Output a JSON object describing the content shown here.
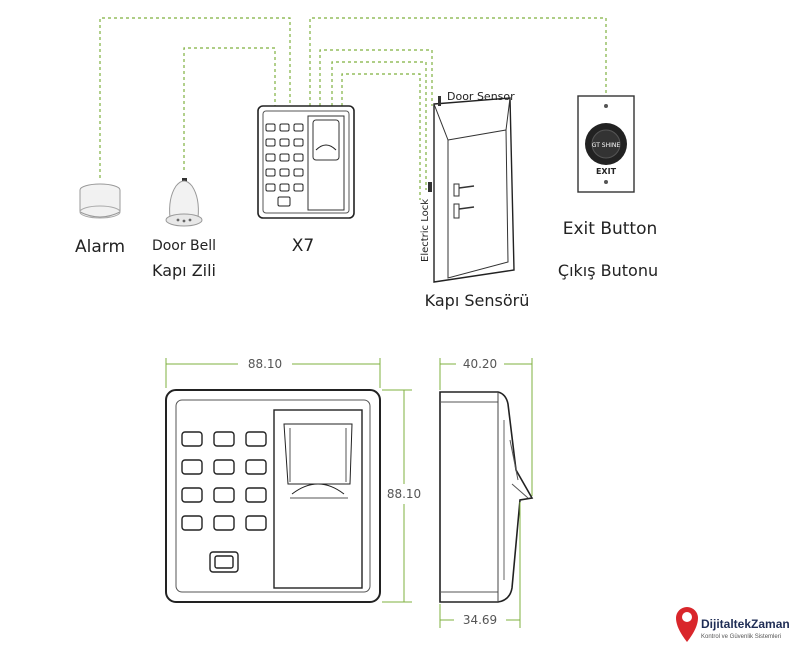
{
  "labels": {
    "alarm": "Alarm",
    "door_bell": "Door Bell",
    "door_bell_tr": "Kapı Zili",
    "device": "X7",
    "door_sensor": "Door Sensor",
    "electric_lock": "Electric Lock",
    "door_sensor_tr": "Kapı Sensörü",
    "exit_button": "Exit Button",
    "exit_button_tr": "Çıkış Butonu",
    "exit_text": "EXIT"
  },
  "dimensions": {
    "width": "88.10",
    "height": "88.10",
    "depth_top": "40.20",
    "depth_bottom": "34.69"
  },
  "logo": {
    "name": "DijitaltekZaman",
    "tagline": "Kontrol ve Güvenlik Sistemleri"
  },
  "colors": {
    "wire": "#7fb03f",
    "logo_red": "#d9262b"
  }
}
